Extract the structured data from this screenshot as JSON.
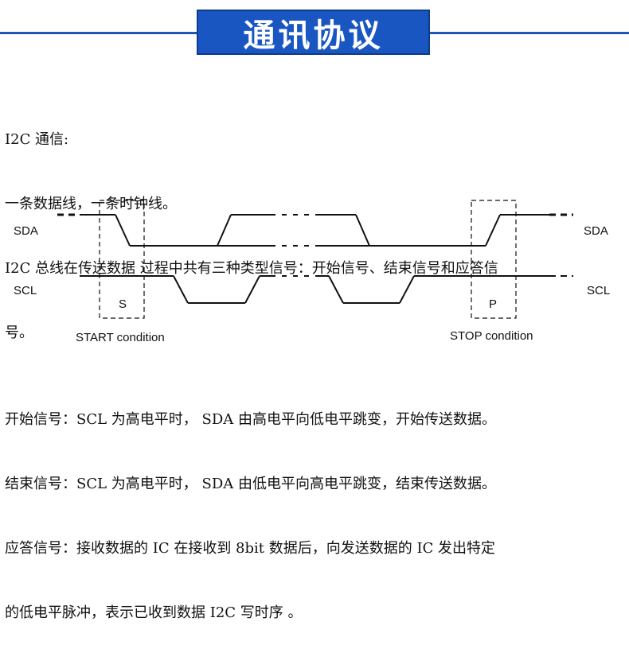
{
  "header": {
    "title": "通讯协议"
  },
  "intro": {
    "lines": [
      "I2C 通信:",
      "一条数据线，一条时钟线。",
      "I2C 总线在传送数据 过程中共有三种类型信号：开始信号、结束信号和应答信",
      "号。"
    ]
  },
  "diagram": {
    "sda_label_left": "SDA",
    "sda_label_right": "SDA",
    "scl_label_left": "SCL",
    "scl_label_right": "SCL",
    "start_box_label": "S",
    "stop_box_label": "P",
    "start_caption": "START condition",
    "stop_caption": "STOP condition"
  },
  "notes": {
    "lines": [
      "开始信号：SCL 为高电平时， SDA 由高电平向低电平跳变，开始传送数据。",
      "结束信号：SCL 为高电平时， SDA 由低电平向高电平跳变，结束传送数据。",
      "应答信号：接收数据的 IC 在接收到 8bit 数据后，向发送数据的 IC 发出特定",
      "的低电平脉冲，表示已收到数据 I2C 写时序 。"
    ]
  }
}
